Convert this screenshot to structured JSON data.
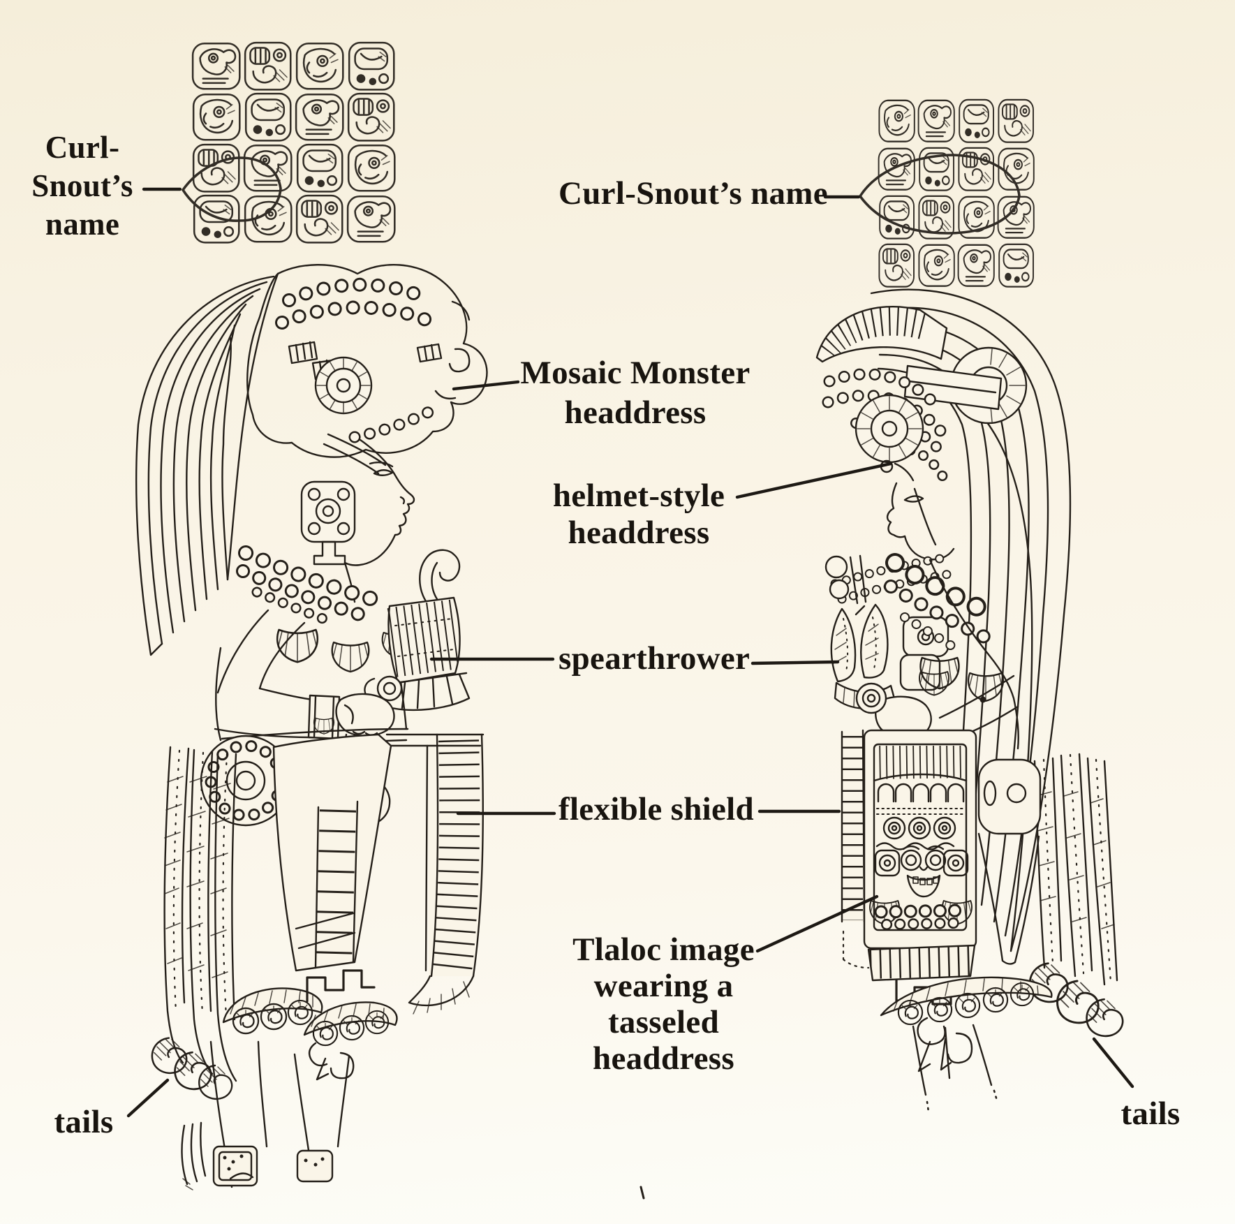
{
  "page": {
    "background_top": "#f5eeda",
    "background_bottom": "#fdfdf8",
    "ink_color": "#241f19"
  },
  "labels": {
    "curl_snout_left": [
      "Curl-",
      "Snout’s",
      "name"
    ],
    "curl_snout_right": "Curl-Snout’s name",
    "mosaic": [
      "Mosaic Monster",
      "headdress"
    ],
    "helmet": [
      "helmet-style",
      "headdress"
    ],
    "spearthrower": "spearthrower",
    "flexible_shield": "flexible shield",
    "tlaloc": [
      "Tlaloc image",
      "wearing a",
      "tasseled",
      "headdress"
    ],
    "tails_left": "tails",
    "tails_right": "tails"
  }
}
